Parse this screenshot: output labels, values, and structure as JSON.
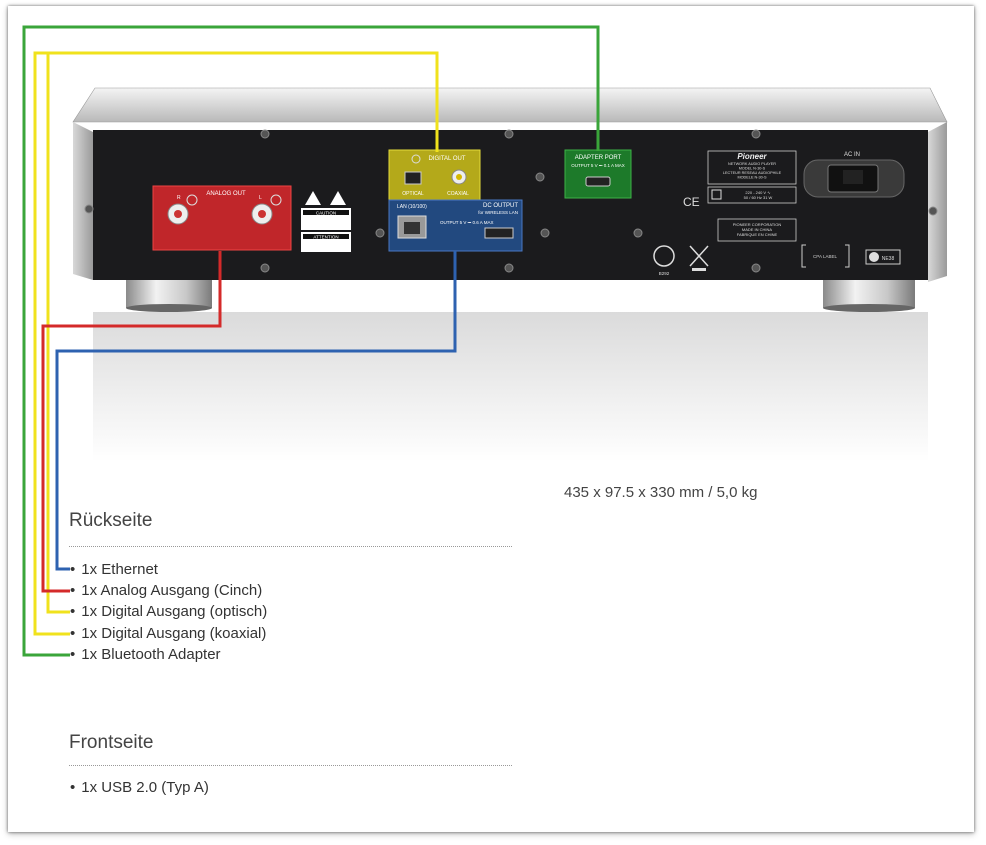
{
  "device": {
    "analog_out_label": "ANALOG OUT",
    "analog_r": "R",
    "analog_l": "L",
    "digital_out_label": "DIGITAL OUT",
    "optical_label": "OPTICAL",
    "coaxial_label": "COAXIAL",
    "lan_label": "LAN (10/100)",
    "dc_output_label": "DC OUTPUT",
    "dc_output_sub": "for WIRELESS LAN",
    "dc_output_spec": "OUTPUT 5 V ⎓ 0.6 A MAX",
    "adapter_port_label": "ADAPTER PORT",
    "adapter_port_spec": "OUTPUT 5 V ⎓ 0.1 A MAX",
    "brand": "Pioneer",
    "model_lines": [
      "NETWORK AUDIO PLAYER",
      "MODEL N-30-S",
      "LECTEUR RESEAU AUDIOPHILE",
      "MODELE N-30-S"
    ],
    "power_lines": [
      "220 - 240 V ∿",
      "50 / 60 Hz  31 W"
    ],
    "corp_lines": [
      "PIONEER CORPORATION",
      "MADE IN CHINA",
      "FABRIQUE EN CHINE"
    ],
    "ac_in_label": "AC IN",
    "caution_label": "CAUTION",
    "attention_label": "ATTENTION",
    "ce_mark": "CE",
    "cpa_label": "CPA LABEL",
    "ne_code": "NE38",
    "pct_code": "B292"
  },
  "dimensions": "435 x 97.5 x 330 mm / 5,0 kg",
  "rueckseite": {
    "title": "Rückseite",
    "items": [
      "1x Ethernet",
      "1x Analog Ausgang (Cinch)",
      "1x Digital Ausgang (optisch)",
      "1x Digital Ausgang (koaxial)",
      "1x Bluetooth Adapter"
    ]
  },
  "frontseite": {
    "title": "Frontseite",
    "items": [
      "1x USB 2.0 (Typ A)"
    ]
  },
  "colors": {
    "green": "#3aa53a",
    "yellow": "#f0e21c",
    "red": "#d42a2a",
    "blue": "#2e62b0",
    "panel": "#1b1b1d"
  }
}
